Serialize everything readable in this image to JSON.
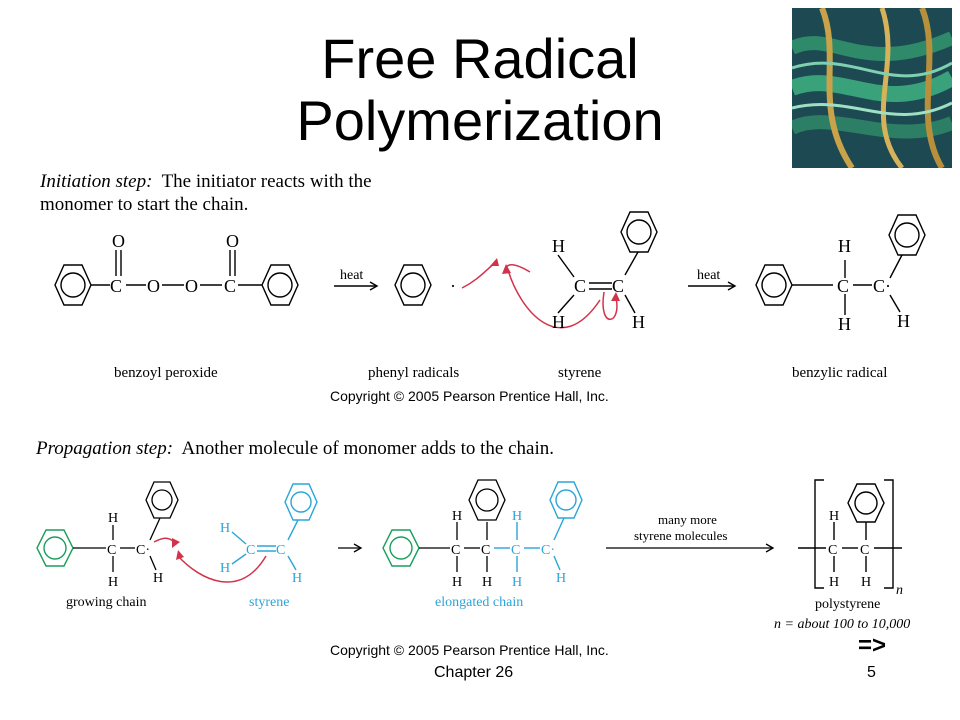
{
  "title": "Free Radical Polymerization",
  "initiation": {
    "label": "Initiation step:",
    "text_line1": "The initiator reacts with the",
    "text_line2": "monomer to start the chain.",
    "arrow1": "heat",
    "arrow2": "heat",
    "names": [
      "benzoyl peroxide",
      "phenyl radicals",
      "styrene",
      "benzylic radical"
    ],
    "copyright": "Copyright © 2005 Pearson Prentice Hall, Inc."
  },
  "propagation": {
    "label": "Propagation step:",
    "text": "Another molecule of monomer adds to the chain.",
    "arrow_line1": "many more",
    "arrow_line2": "styrene molecules",
    "names": [
      "growing chain",
      "styrene",
      "elongated chain",
      "polystyrene"
    ],
    "note": "n = about 100 to 10,000",
    "subscript": "n",
    "copyright": "Copyright © 2005 Pearson Prentice Hall, Inc."
  },
  "atoms": {
    "C": "C",
    "O": "O",
    "H": "H",
    "radical": "C·"
  },
  "next_link": "=>",
  "footer": {
    "chapter": "Chapter 26",
    "page": "5"
  },
  "colors": {
    "green": "#1a9e5c",
    "cyan": "#2aa5d8",
    "red": "#d2334a"
  }
}
